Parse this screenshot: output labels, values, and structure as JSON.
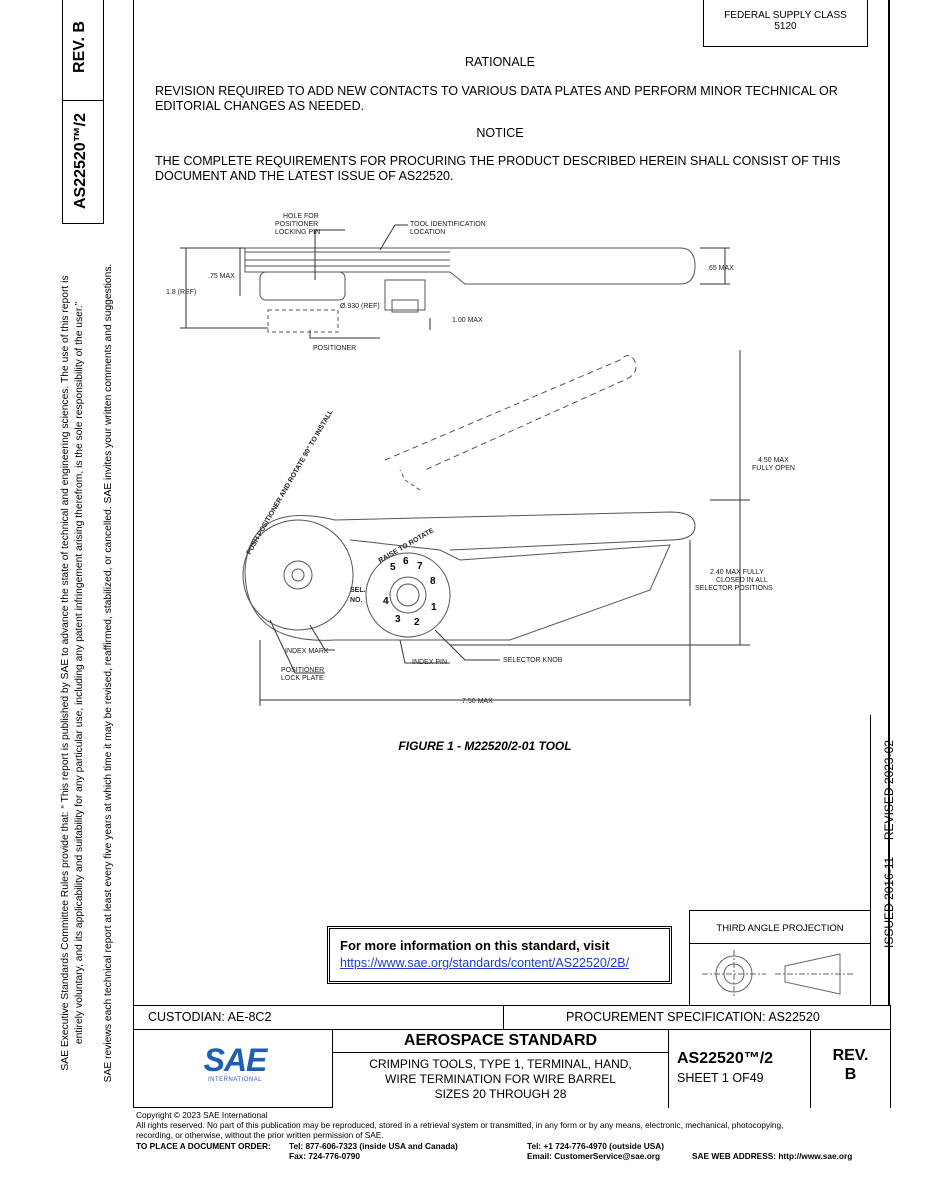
{
  "header": {
    "federal_supply_class_label": "FEDERAL SUPPLY CLASS",
    "federal_supply_class_value": "5120"
  },
  "side": {
    "rev_label": "REV.",
    "rev_value": "B",
    "doc_number": "AS22520™/2",
    "disclaimer_line1": "SAE Executive Standards Committee Rules provide that: “ This report is published by SAE to advance the state of technical and engineering sciences. The use of this report is",
    "disclaimer_line2": "entirely voluntary, and its applicability and suitability for any particular use, including any patent infringement arising therefrom, is the sole responsibility of the user.”",
    "disclaimer_line3": "SAE reviews each technical report at least every five years at which time it may be revised, reaffirmed, stabilized, or cancelled. SAE invites your written comments and suggestions.",
    "issued": "ISSUED 2016-11",
    "revised": "REVISED 2023-02"
  },
  "rationale": {
    "heading": "RATIONALE",
    "text_line1": "REVISION REQUIRED TO ADD NEW CONTACTS TO VARIOUS DATA PLATES AND PERFORM MINOR TECHNICAL OR",
    "text_line2": "EDITORIAL CHANGES AS NEEDED."
  },
  "notice": {
    "heading": "NOTICE",
    "text_line1": "THE COMPLETE REQUIREMENTS FOR PROCURING THE PRODUCT DESCRIBED HEREIN SHALL CONSIST OF THIS",
    "text_line2": "DOCUMENT AND THE LATEST ISSUE OF AS22520."
  },
  "figure": {
    "caption": "FIGURE 1 - M22520/2-01 TOOL",
    "labels": {
      "hole_for_1": "HOLE FOR",
      "hole_for_2": "POSITIONER",
      "hole_for_3": "LOCKING PIN",
      "tool_id_1": "TOOL IDENTIFICATION",
      "tool_id_2": "LOCATION",
      "dim_75": ".75 MAX",
      "dim_18": "1.8 (REF)",
      "dim_930": "Ø.930 (REF)",
      "dim_100": "1.00 MAX",
      "dim_65": ".65 MAX",
      "positioner": "POSITIONER",
      "dim_450_1": "4.50 MAX",
      "dim_450_2": "FULLY OPEN",
      "dim_240_1": "2.40 MAX FULLY",
      "dim_240_2": "CLOSED IN ALL",
      "dim_240_3": "SELECTOR POSITIONS",
      "index_mark": "INDEX MARK",
      "index_pin": "INDEX PIN",
      "selector_knob": "SELECTOR KNOB",
      "positioner_lock_1": "POSITIONER",
      "positioner_lock_2": "LOCK PLATE",
      "dim_750": "7.50 MAX",
      "push_text": "PUSH POSITIONER AND ROTATE 90° TO INSTALL",
      "raise_text": "RAISE TO ROTATE",
      "sel": "SEL.",
      "no": "NO.",
      "selector_numbers": [
        "5",
        "6",
        "7",
        "8",
        "1",
        "2",
        "3",
        "4"
      ]
    }
  },
  "info_box": {
    "title": "For more information on this standard, visit",
    "url": "https://www.sae.org/standards/content/AS22520/2B/"
  },
  "projection": {
    "label": "THIRD ANGLE PROJECTION"
  },
  "title_block": {
    "custodian": "CUSTODIAN: AE-8C2",
    "procurement": "PROCUREMENT SPECIFICATION: AS22520",
    "logo_text": "SAE",
    "logo_sub": "INTERNATIONAL",
    "aero": "AEROSPACE STANDARD",
    "desc_line1": "CRIMPING TOOLS, TYPE 1, TERMINAL, HAND,",
    "desc_line2": "WIRE TERMINATION FOR WIRE BARREL",
    "desc_line3": "SIZES 20 THROUGH 28",
    "doc_number": "AS22520™/2",
    "sheet": "SHEET 1 OF49",
    "rev_label": "REV.",
    "rev_value": "B"
  },
  "footer": {
    "copyright": "Copyright © 2023 SAE International",
    "rights_line1": "All rights reserved. No part of this publication may be reproduced, stored in a retrieval system or transmitted, in any form or by any means, electronic, mechanical, photocopying,",
    "rights_line2": "recording, or otherwise, without the prior written permission of SAE.",
    "order_label": "TO PLACE A DOCUMENT ORDER:",
    "tel_us": "Tel: 877-606-7323 (inside USA and Canada)",
    "fax": "Fax: 724-776-0790",
    "tel_intl": "Tel: +1 724-776-4970 (outside USA)",
    "email": "Email: CustomerService@sae.org",
    "web": "SAE WEB ADDRESS: http://www.sae.org"
  },
  "colors": {
    "link": "#1a3fd0",
    "sae_blue": "#1d5fb4",
    "drawing_gray": "#555555"
  }
}
